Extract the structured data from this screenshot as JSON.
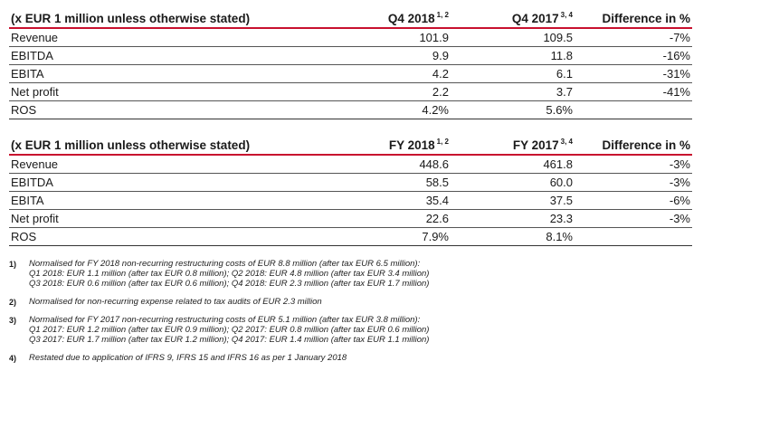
{
  "table1": {
    "header": {
      "label": "(x EUR 1 million unless otherwise stated)",
      "col1": "Q4 2018",
      "col1_sup": "1, 2",
      "col2": "Q4 2017",
      "col2_sup": "3, 4",
      "col3": "Difference in %"
    },
    "rows": [
      {
        "label": "Revenue",
        "v1": "101.9",
        "v2": "109.5",
        "diff": "-7%"
      },
      {
        "label": "EBITDA",
        "v1": "9.9",
        "v2": "11.8",
        "diff": "-16%"
      },
      {
        "label": "EBITA",
        "v1": "4.2",
        "v2": "6.1",
        "diff": "-31%"
      },
      {
        "label": "Net profit",
        "v1": "2.2",
        "v2": "3.7",
        "diff": "-41%"
      },
      {
        "label": "ROS",
        "v1": "4.2%",
        "v2": "5.6%",
        "diff": ""
      }
    ]
  },
  "table2": {
    "header": {
      "label": "(x EUR 1 million unless otherwise stated)",
      "col1": "FY 2018",
      "col1_sup": "1, 2",
      "col2": "FY 2017",
      "col2_sup": "3, 4",
      "col3": "Difference in %"
    },
    "rows": [
      {
        "label": "Revenue",
        "v1": "448.6",
        "v2": "461.8",
        "diff": "-3%"
      },
      {
        "label": "EBITDA",
        "v1": "58.5",
        "v2": "60.0",
        "diff": "-3%"
      },
      {
        "label": "EBITA",
        "v1": "35.4",
        "v2": "37.5",
        "diff": "-6%"
      },
      {
        "label": "Net profit",
        "v1": "22.6",
        "v2": "23.3",
        "diff": "-3%"
      },
      {
        "label": "ROS",
        "v1": "7.9%",
        "v2": "8.1%",
        "diff": ""
      }
    ]
  },
  "notes": [
    {
      "num": "1)",
      "lines": [
        "Normalised for FY 2018 non-recurring restructuring costs of EUR 8.8 million (after tax EUR 6.5 million):",
        "Q1 2018: EUR 1.1 million (after tax EUR 0.8 million); Q2 2018: EUR 4.8 million (after tax EUR 3.4 million)",
        "Q3 2018: EUR 0.6 million (after tax EUR 0.6 million); Q4 2018: EUR 2.3 million (after tax EUR 1.7 million)"
      ]
    },
    {
      "num": "2)",
      "lines": [
        "Normalised for non-recurring expense related to tax audits of EUR 2.3 million"
      ]
    },
    {
      "num": "3)",
      "lines": [
        "Normalised for FY 2017 non-recurring restructuring costs of EUR 5.1 million (after tax EUR 3.8 million):",
        "Q1 2017: EUR 1.2 million (after tax EUR 0.9 million); Q2 2017: EUR 0.8 million (after tax EUR 0.6 million)",
        "Q3 2017: EUR 1.7 million (after tax EUR 1.2 million); Q4 2017: EUR 1.4 million (after tax EUR 1.1 million)"
      ]
    },
    {
      "num": "4)",
      "lines": [
        "Restated due to application of IFRS 9, IFRS 15 and IFRS 16 as per 1 January 2018"
      ]
    }
  ],
  "colors": {
    "accent_rule": "#c8102e"
  }
}
